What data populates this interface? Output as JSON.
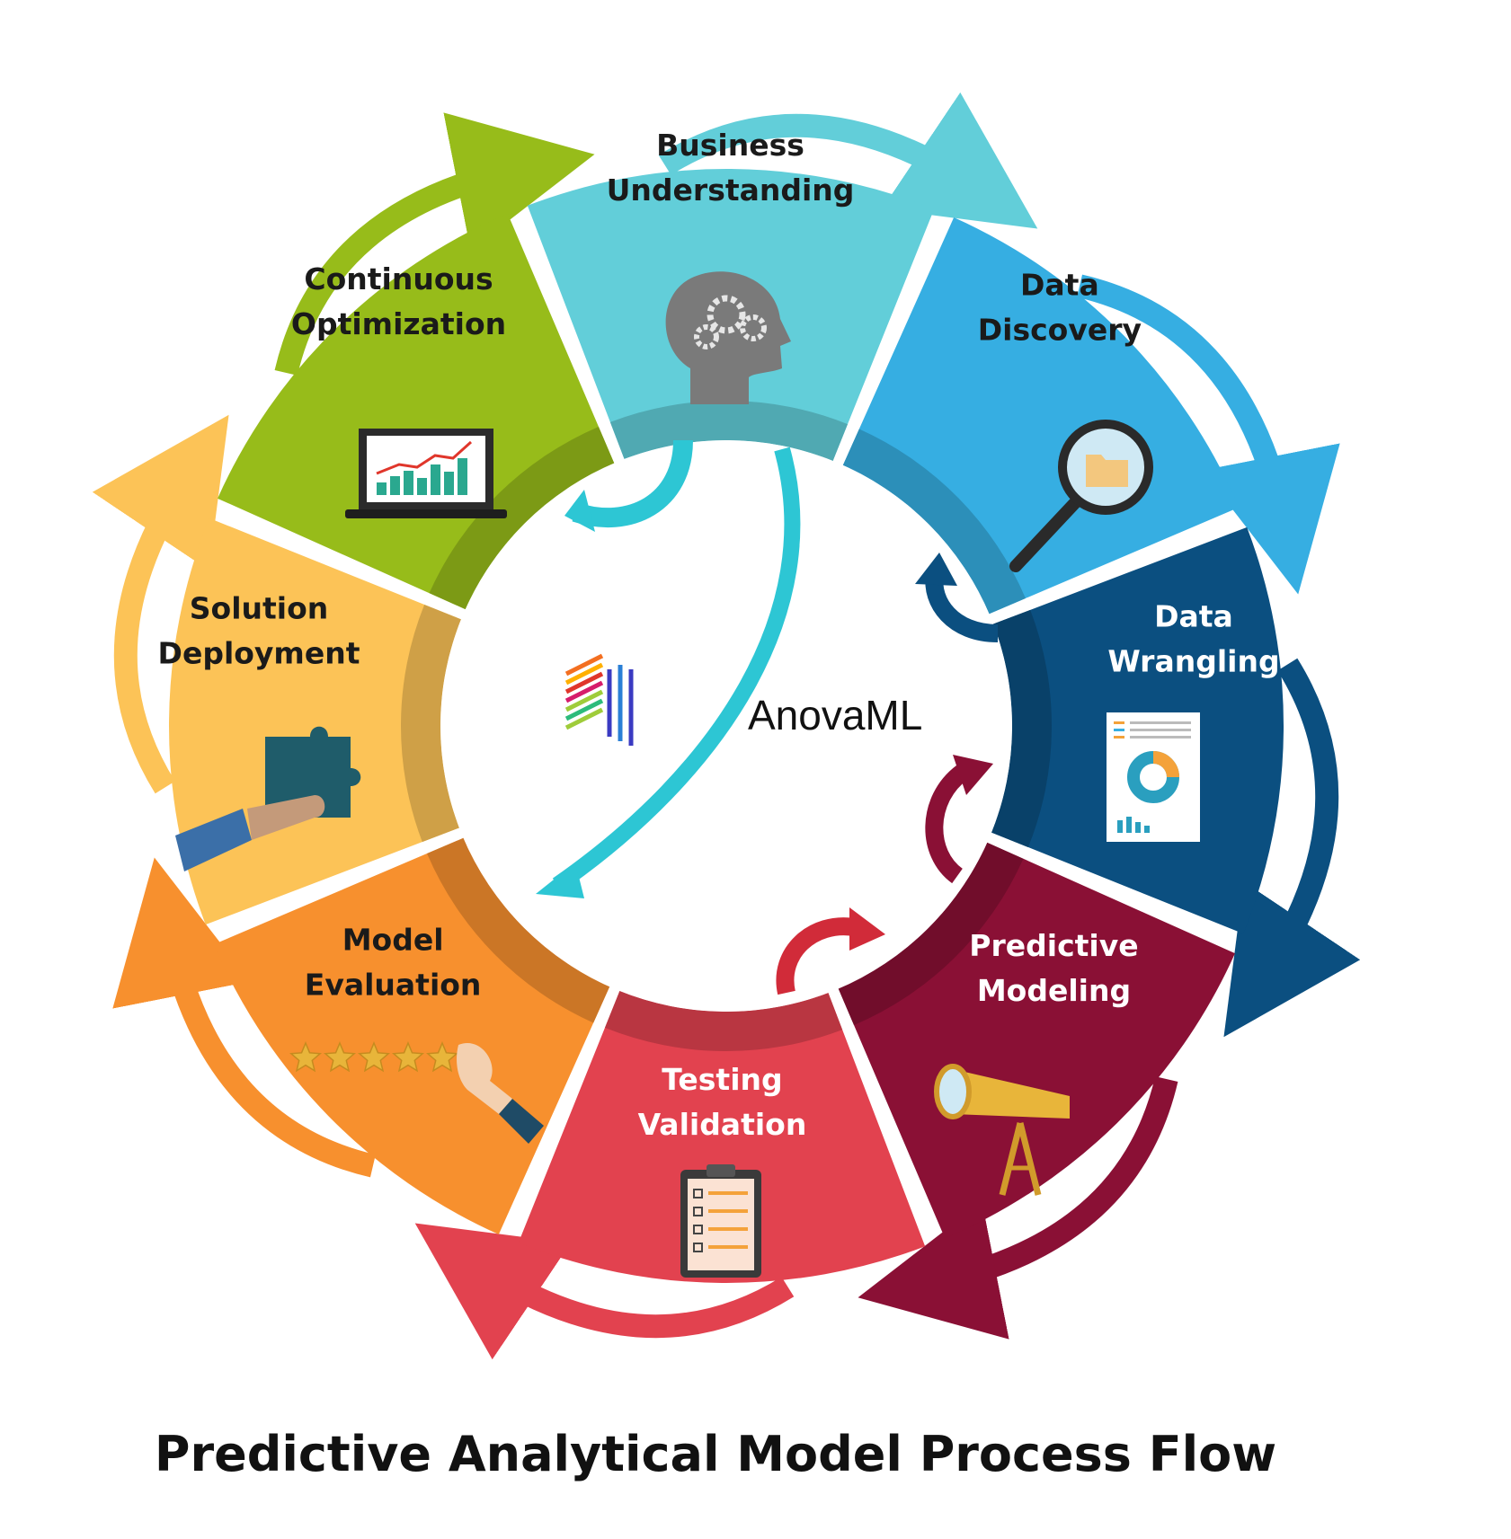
{
  "title": "Predictive Analytical Model Process Flow",
  "brand": {
    "name": "AnovaML",
    "logo_icon": "stacked-lines-logo-icon"
  },
  "colors": {
    "business": "#62CED9",
    "discovery": "#36AEE2",
    "wrangling": "#0B4F80",
    "predictive": "#8A1035",
    "testing": "#E2424F",
    "evaluation": "#F7902E",
    "deployment": "#FCC357",
    "optimization": "#97BC1A"
  },
  "steps": [
    {
      "key": "business",
      "label": [
        "Business",
        "Understanding"
      ],
      "icon": "head-gears-icon",
      "color": "#62CED9",
      "text_color": "#1a1a1a"
    },
    {
      "key": "discovery",
      "label": [
        "Data",
        "Discovery"
      ],
      "icon": "magnifier-folder-icon",
      "color": "#36AEE2",
      "text_color": "#1a1a1a"
    },
    {
      "key": "wrangling",
      "label": [
        "Data",
        "Wrangling"
      ],
      "icon": "report-document-icon",
      "color": "#0B4F80",
      "text_color": "#ffffff"
    },
    {
      "key": "predictive",
      "label": [
        "Predictive",
        "Modeling"
      ],
      "icon": "telescope-icon",
      "color": "#8A1035",
      "text_color": "#ffffff"
    },
    {
      "key": "testing",
      "label": [
        "Testing",
        "Validation"
      ],
      "icon": "clipboard-checklist-icon",
      "color": "#E2424F",
      "text_color": "#ffffff"
    },
    {
      "key": "evaluation",
      "label": [
        "Model",
        "Evaluation"
      ],
      "icon": "star-rating-hand-icon",
      "color": "#F7902E",
      "text_color": "#1a1a1a"
    },
    {
      "key": "deployment",
      "label": [
        "Solution",
        "Deployment"
      ],
      "icon": "hand-puzzle-icon",
      "color": "#FCC357",
      "text_color": "#1a1a1a"
    },
    {
      "key": "optimization",
      "label": [
        "Continuous",
        "Optimization"
      ],
      "icon": "laptop-chart-icon",
      "color": "#97BC1A",
      "text_color": "#1a1a1a"
    }
  ]
}
